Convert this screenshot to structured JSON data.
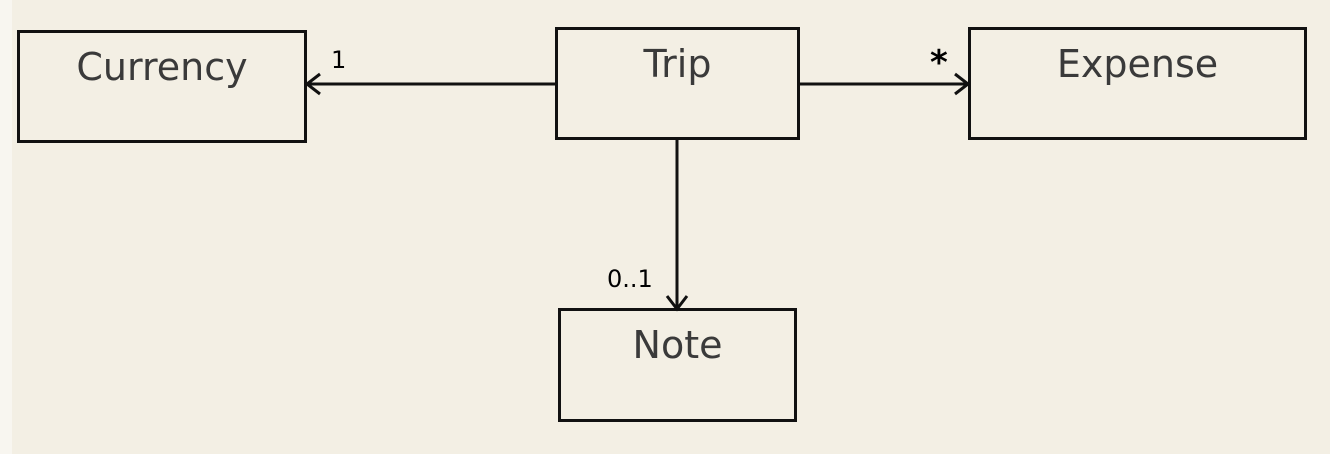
{
  "diagram": {
    "classes": {
      "currency": "Currency",
      "trip": "Trip",
      "expense": "Expense",
      "note": "Note"
    },
    "associations": [
      {
        "from": "Trip",
        "to": "Currency",
        "multiplicity": "1"
      },
      {
        "from": "Trip",
        "to": "Expense",
        "multiplicity": "*"
      },
      {
        "from": "Trip",
        "to": "Note",
        "multiplicity": "0..1"
      }
    ],
    "colors": {
      "background": "#f3efe4",
      "line": "#111111",
      "label_text": "#3a3a3a"
    }
  }
}
